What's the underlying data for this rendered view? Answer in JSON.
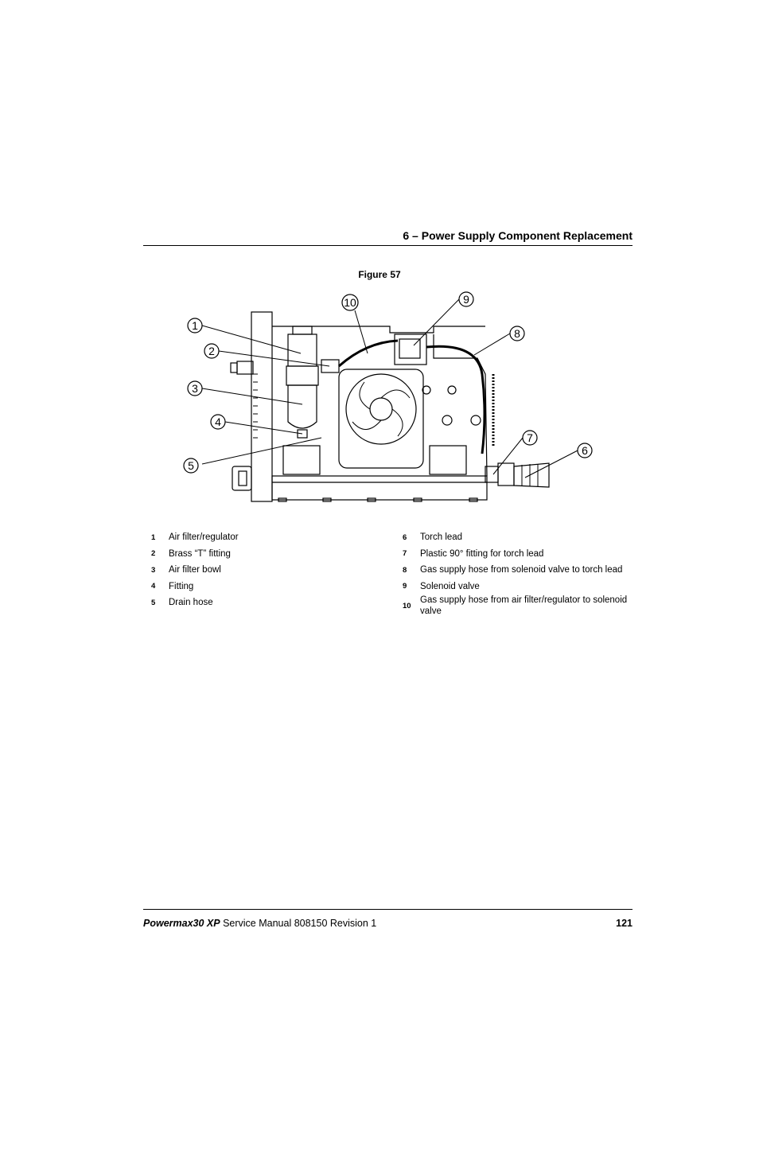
{
  "header": {
    "section_title": "6  –  Power Supply Component Replacement"
  },
  "figure": {
    "caption": "Figure 57",
    "callouts": [
      "1",
      "2",
      "3",
      "4",
      "5",
      "6",
      "7",
      "8",
      "9",
      "10"
    ]
  },
  "legend": {
    "left": [
      {
        "num": "1",
        "text": "Air filter/regulator"
      },
      {
        "num": "2",
        "text": "Brass “T” fitting"
      },
      {
        "num": "3",
        "text": "Air filter bowl"
      },
      {
        "num": "4",
        "text": "Fitting"
      },
      {
        "num": "5",
        "text": "Drain hose"
      }
    ],
    "right": [
      {
        "num": "6",
        "text": "Torch lead"
      },
      {
        "num": "7",
        "text": "Plastic 90° fitting for torch lead"
      },
      {
        "num": "8",
        "text": "Gas supply hose from solenoid valve to torch lead"
      },
      {
        "num": "9",
        "text": "Solenoid valve"
      },
      {
        "num": "10",
        "text": "Gas supply hose from air filter/regulator to solenoid valve"
      }
    ]
  },
  "footer": {
    "product": "Powermax30 XP",
    "manual": "Service Manual  808150  Revision 1",
    "page": "121"
  }
}
